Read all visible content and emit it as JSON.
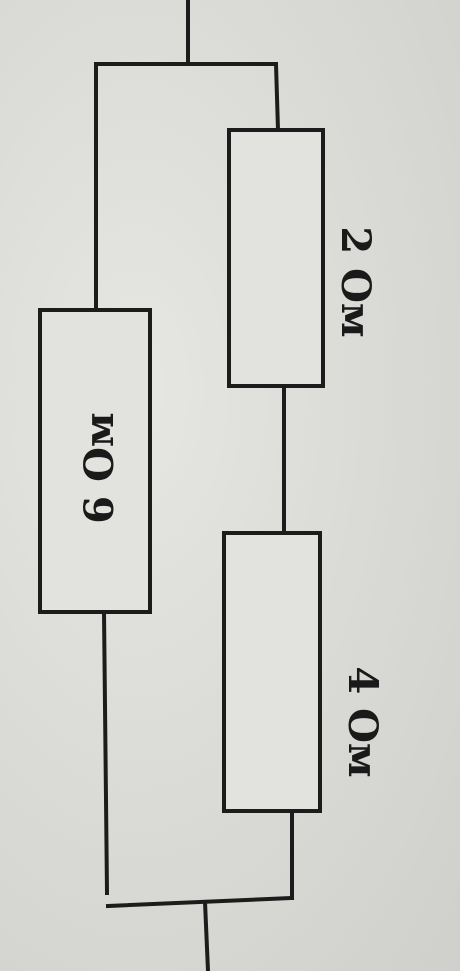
{
  "resistors": [
    {
      "label": "6 Ом"
    },
    {
      "label": "2 Ом"
    },
    {
      "label": "4 Ом"
    }
  ]
}
